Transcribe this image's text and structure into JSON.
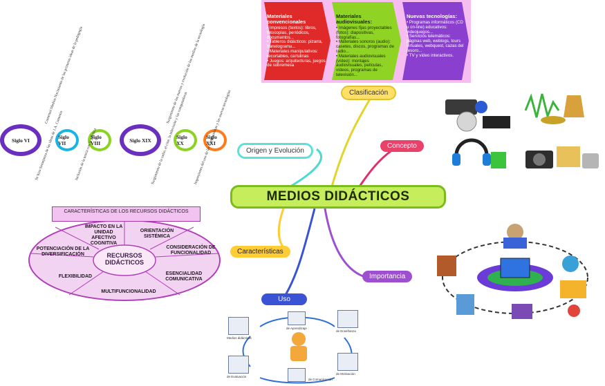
{
  "central_title": "MEDIOS DIDÁCTICOS",
  "branches": {
    "clasificacion": "Clasificación",
    "concepto": "Concepto",
    "origen": "Origen y Evolución",
    "caracteristicas": "Características",
    "importancia": "Importancia",
    "uso": "Uso"
  },
  "classification": [
    {
      "title": "Materiales convencionales",
      "items": [
        "Impresos (textos): libros, fotocopias, periódicos, documentos...",
        "Tableros didácticos: pizarra, franelograma...",
        "Materiales manipulativos: recortables, cartulinas",
        "Juegos: arquitecturas, juegos de sobremesa"
      ],
      "color": "#e02a2a"
    },
    {
      "title": "Materiales audiovisuales:",
      "items": [
        "Imágenes fijas proyectables (fotos): diapositivas, fotografías...",
        "Materiales sonoros (audio): casetes, discos, programas de radio...",
        "Materiales audiovisuales (vídeo): montajes audiovisuales, películas, vídeos, programas de televisión..."
      ],
      "color": "#8fd324"
    },
    {
      "title": "Nuevas tecnologías:",
      "items": [
        "Programas informáticos (CD u on-line) educativos: videojuegos...",
        "Servicios telemáticos: páginas web, weblogs, tours virtuales, webquest, cazas del tesoro...",
        "TV y vídeo interactivos."
      ],
      "color": "#8a3fcf"
    }
  ],
  "timeline": {
    "rings": [
      "Siglo VI",
      "Siglo VII",
      "Siglo VIII",
      "Siglo XIX",
      "Siglo XX",
      "Siglo XXI"
    ],
    "notes_top": [
      "Comenzó Medios Nacimiento de las primeras ideas de la pedagogía",
      "Surgimiento de los nuevos y evolución de los medios de la tecnología"
    ],
    "notes_bottom": [
      "Se hizo Semejanza de las ideas de J.A. Comenio",
      "Inclusión de la teoría con la práctica",
      "Surgimiento de la radio, el cine, la televisión y las computadoras",
      "Impresiones del uso de las computadoras y las nuevas tecnologías"
    ]
  },
  "wheel": {
    "banner": "CARACTERÍSTICAS DE LOS RECURSOS DIDÁCTICOS",
    "center": "RECURSOS DIDÁCTICOS",
    "segments": [
      "IMPACTO EN LA UNIDAD AFECTIVO COGNITIVA",
      "ORIENTACIÓN SISTÉMICA",
      "CONSIDERACIÓN DE FUNCIONALIDAD",
      "ESENCIALIDAD COMUNICATIVA",
      "MULTIFUNCIONALIDAD",
      "FLEXIBILIDAD",
      "POTENCIACIÓN DE LA DIVERSIFICACIÓN"
    ]
  },
  "uso_captions": [
    "Medios didácticos",
    "de Aprendizaje",
    "de Enseñanza",
    "de Evaluación",
    "de Comunicación",
    "de Motivación"
  ],
  "colors": {
    "central_fill": "#c6ee5c",
    "clasificacion": "#ffe066",
    "concepto": "#e8416a",
    "origen": "#5ce0d8",
    "caracteristicas": "#ffcc33",
    "importancia": "#9d4fd0",
    "uso": "#3a53d4"
  }
}
